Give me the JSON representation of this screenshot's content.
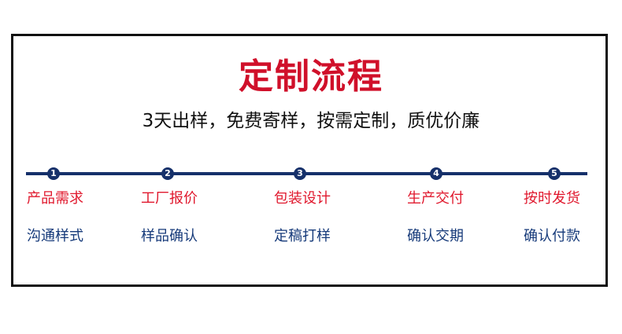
{
  "title": "定制流程",
  "subtitle": "3天出样，免费寄样，按需定制，质优价廉",
  "colors": {
    "title": "#d0102a",
    "stage": "#e0182d",
    "action": "#163a7a",
    "line": "#15306a",
    "frame": "#111111"
  },
  "steps": [
    {
      "number": "1",
      "stage": "产品需求",
      "action": "沟通样式"
    },
    {
      "number": "2",
      "stage": "工厂报价",
      "action": "样品确认"
    },
    {
      "number": "3",
      "stage": "包装设计",
      "action": "定稿打样"
    },
    {
      "number": "4",
      "stage": "生产交付",
      "action": "确认交期"
    },
    {
      "number": "5",
      "stage": "按时发货",
      "action": "确认付款"
    }
  ]
}
